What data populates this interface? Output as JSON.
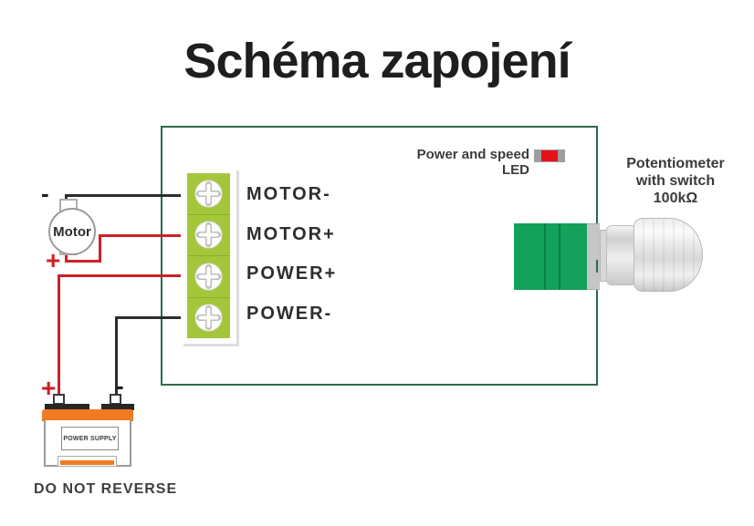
{
  "title": "Schéma zapojení",
  "board": {
    "led_label": "Power and speed LED",
    "terminals": [
      {
        "label": "MOTOR-"
      },
      {
        "label": "MOTOR+"
      },
      {
        "label": "POWER+"
      },
      {
        "label": "POWER-"
      }
    ]
  },
  "motor": {
    "label": "Motor",
    "minus_sign": "-",
    "plus_sign": "+"
  },
  "battery": {
    "plus_sign": "+",
    "minus_sign": "-",
    "label": "POWER SUPPLY",
    "warning": "DO NOT REVERSE"
  },
  "potentiometer": {
    "title_line1": "Potentiometer",
    "title_line2": "with switch",
    "title_line3": "100kΩ"
  },
  "colors": {
    "board_border": "#2d6a4b",
    "terminal_green": "#a4c63b",
    "terminal_divider": "#8daf2d",
    "pot_green": "#13a15b",
    "pot_green_dark": "#0d7e45",
    "led_red": "#e6111b",
    "led_gray": "#9e9e9e",
    "wire_red": "#cc2127",
    "wire_black": "#2d2d2d",
    "battery_orange": "#f07b22"
  }
}
